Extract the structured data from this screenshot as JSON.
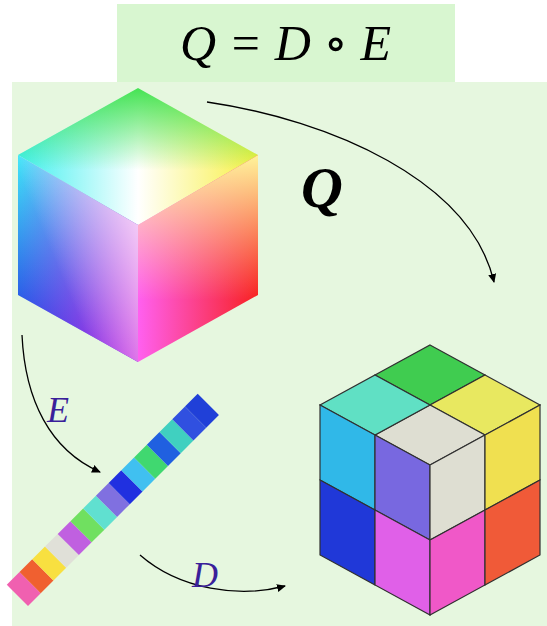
{
  "diagram": {
    "title": "Q = D ∘ E",
    "labels": [
      "Q",
      "E",
      "D"
    ]
  }
}
